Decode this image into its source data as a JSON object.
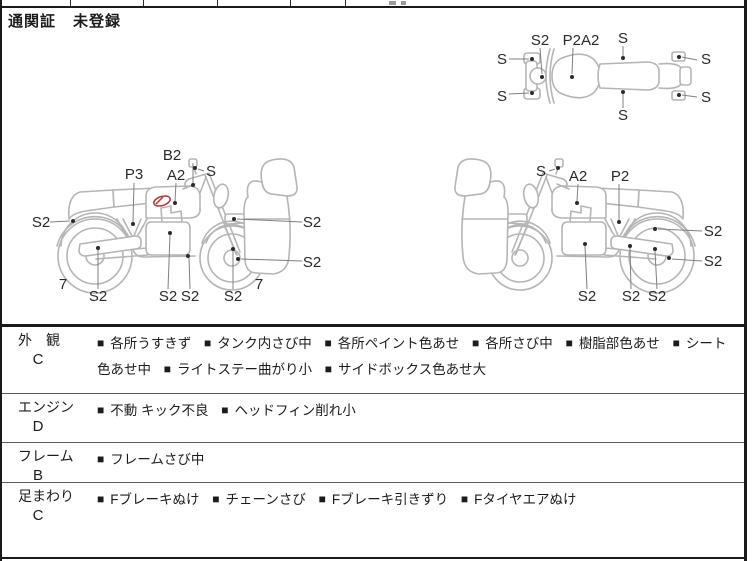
{
  "header": {
    "customs_label": "通関証",
    "customs_value": "未登録"
  },
  "ui": {
    "bullet": "■"
  },
  "diagram": {
    "top_view": {
      "s2": "S2",
      "p2a2": "P2A2",
      "s_top": "S",
      "s_bottom": "S",
      "s_left_top": "S",
      "s_left_bottom": "S",
      "s_right_top": "S",
      "s_right_bottom": "S"
    },
    "left_side": {
      "b2": "B2",
      "a2": "A2",
      "p3": "P3",
      "s_mirror": "S",
      "s2_rear_fender": "S2",
      "seven_rear": "7",
      "s2_muffler": "S2",
      "s2_engine": "S2",
      "s2_step": "S2",
      "s2_front_wheel": "S2",
      "seven_front": "7",
      "s2_front_top": "S2",
      "s2_front_lower": "S2"
    },
    "right_side": {
      "s_mirror": "S",
      "a2": "A2",
      "p2": "P2",
      "s2_engine": "S2",
      "s2_step": "S2",
      "s2_muffler": "S2",
      "s2_rear_top": "S2",
      "s2_rear_lower": "S2"
    },
    "annotation_color": "#b43434"
  },
  "inspection": {
    "rows": [
      {
        "category": "外　観",
        "grade": "C",
        "items": [
          "各所うすきず",
          "タンク内さび中",
          "各所ペイント色あせ",
          "各所さび中",
          "樹脂部色あせ",
          "シート色あせ中",
          "ライトステー曲がり小",
          "サイドボックス色あせ大"
        ]
      },
      {
        "category": "エンジン",
        "grade": "D",
        "items": [
          "不動 キック不良",
          "ヘッドフィン削れ小"
        ]
      },
      {
        "category": "フレーム",
        "grade": "B",
        "items": [
          "フレームさび中"
        ]
      },
      {
        "category": "足まわり",
        "grade": "C",
        "items": [
          "Fブレーキぬけ",
          "チェーンさび",
          "Fブレーキ引きずり",
          "Fタイヤエアぬけ"
        ]
      }
    ]
  }
}
